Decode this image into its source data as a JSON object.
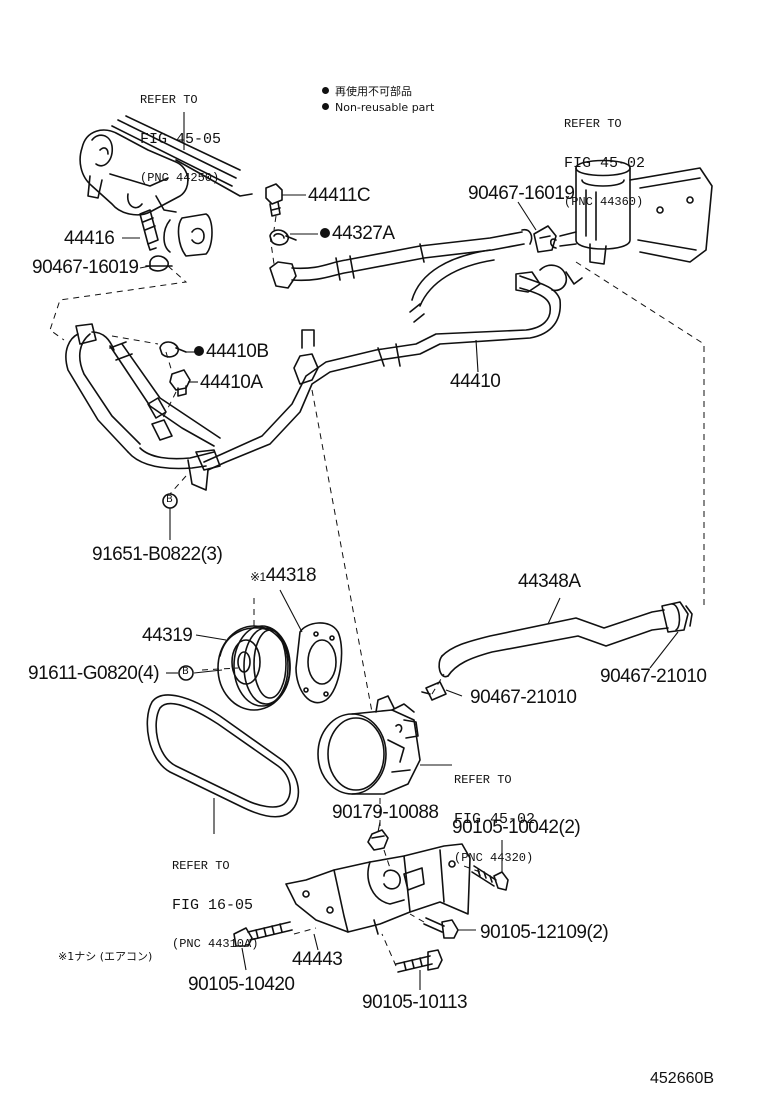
{
  "legend": {
    "line1": "再使用不可部品",
    "line2": "Non-reusable part"
  },
  "note": "※1ナシ (エアコン)",
  "figure_id": "452660B",
  "references": [
    {
      "line1": "REFER TO",
      "line2": "FIG 45-05",
      "line3": "(PNC 44250)"
    },
    {
      "line1": "REFER TO",
      "line2": "FIG 45-02",
      "line3": "(PNC 44360)"
    },
    {
      "line1": "REFER TO",
      "line2": "FIG 45-02",
      "line3": "(PNC 44320)"
    },
    {
      "line1": "REFER TO",
      "line2": "FIG 16-05",
      "line3": "(PNC 44310A)"
    }
  ],
  "parts": {
    "p44411C": "44411C",
    "p44327A": "44327A",
    "p44416": "44416",
    "p90467_16019_left": "90467-16019",
    "p90467_16019_right": "90467-16019",
    "p44410B": "44410B",
    "p44410A": "44410A",
    "p44410": "44410",
    "p91651": "91651-B0822(3)",
    "p44318": "44318",
    "p44318_mark": "※1",
    "p44319": "44319",
    "p91611": "91611-G0820(4)",
    "p44348A": "44348A",
    "p90467_21010_right": "90467-21010",
    "p90467_21010_mid": "90467-21010",
    "p90179": "90179-10088",
    "p90105_10042": "90105-10042(2)",
    "p90105_12109": "90105-12109(2)",
    "p44443": "44443",
    "p90105_10420": "90105-10420",
    "p90105_10113": "90105-10113"
  },
  "symbols": {
    "bolt_marker": "B"
  }
}
